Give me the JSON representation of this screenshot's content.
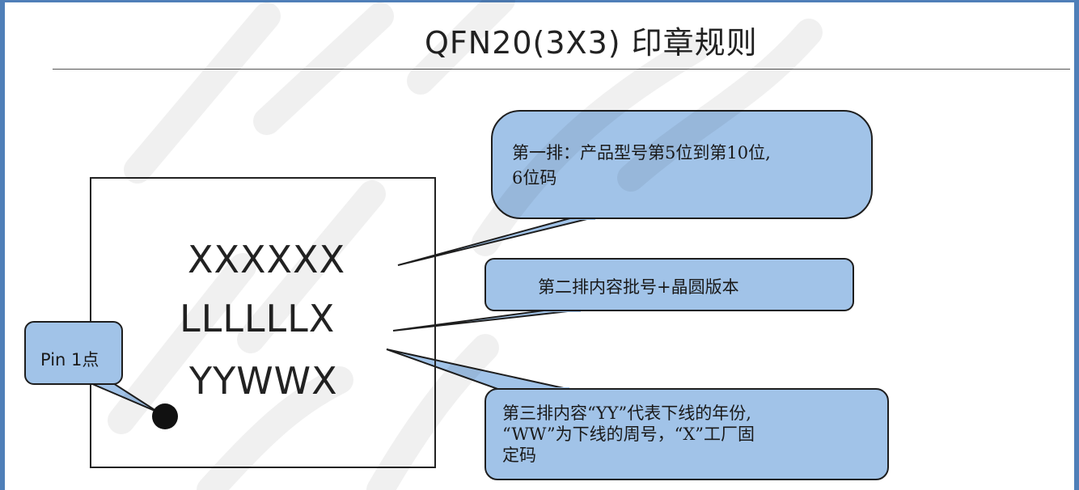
{
  "title": "QFN20(3X3) 印章规则",
  "marking": {
    "line1": "XXXXXX",
    "line2": "LLLLLLX",
    "line3": "YYWWX"
  },
  "pin1_label": "Pin 1点",
  "callouts": {
    "row1": [
      "第一排：产品型号第5位到第10位,",
      "6位码"
    ],
    "row2": "第二排内容批号+晶圆版本",
    "row3": [
      "第三排内容“YY”代表下线的年份,",
      "“WW”为下线的周号，“X”工厂固",
      "定码"
    ]
  },
  "colors": {
    "border": "#4f7fb8",
    "bubble_fill": "#a1c3e8",
    "outline": "#1e1e1e"
  }
}
